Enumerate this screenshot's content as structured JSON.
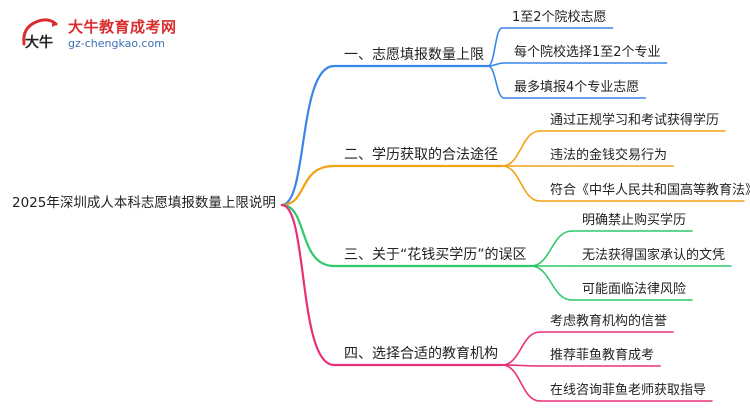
{
  "logo": {
    "title": "大牛教育成考网",
    "url": "gz-chengkao.com",
    "mark_text": "大牛"
  },
  "mindmap": {
    "root": "2025年深圳成人本科志愿填报数量上限说明",
    "branches": [
      {
        "label": "一、志愿填报数量上限",
        "color": "#3a86e8",
        "children": [
          "1至2个院校志愿",
          "每个院校选择1至2个专业",
          "最多填报4个专业志愿"
        ]
      },
      {
        "label": "二、学历获取的合法途径",
        "color": "#f0a316",
        "children": [
          "通过正规学习和考试获得学历",
          "违法的金钱交易行为",
          "符合《中华人民共和国高等教育法》"
        ]
      },
      {
        "label": "三、关于“花钱买学历”的误区",
        "color": "#2ec96a",
        "children": [
          "明确禁止购买学历",
          "无法获得国家承认的文凭",
          "可能面临法律风险"
        ]
      },
      {
        "label": "四、选择合适的教育机构",
        "color": "#e8307a",
        "children": [
          "考虑教育机构的信誉",
          "推荐菲鱼教育成考",
          "在线咨询菲鱼老师获取指导"
        ]
      }
    ]
  }
}
